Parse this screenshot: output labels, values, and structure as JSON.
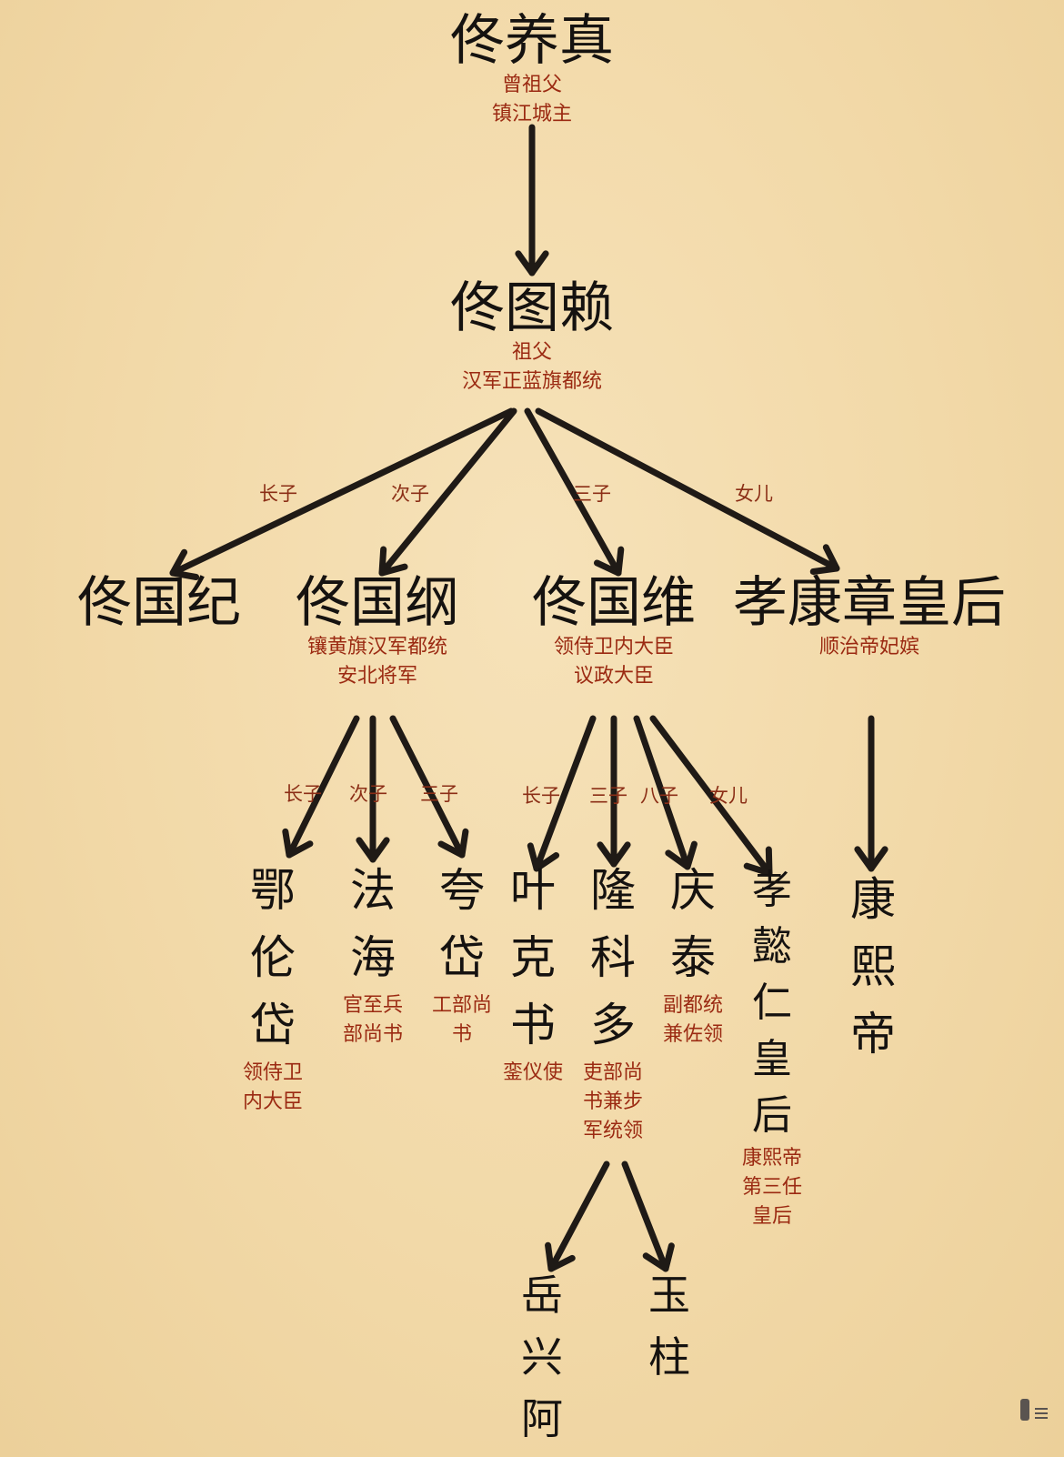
{
  "nodes": {
    "yangzhen": {
      "name": "佟养真",
      "titles": [
        "曾祖父",
        "镇江城主"
      ]
    },
    "tulai": {
      "name": "佟图赖",
      "titles": [
        "祖父",
        "汉军正蓝旗都统"
      ]
    },
    "guoji": {
      "name": "佟国纪",
      "titles": []
    },
    "guogang": {
      "name": "佟国纲",
      "titles": [
        "镶黄旗汉军都统",
        "安北将军"
      ]
    },
    "guowei": {
      "name": "佟国维",
      "titles": [
        "领侍卫内大臣",
        "议政大臣"
      ]
    },
    "xiaokang": {
      "name": "孝康章皇后",
      "titles": [
        "顺治帝妃嫔"
      ]
    },
    "elundai": {
      "name": "鄂伦岱",
      "titles": [
        "领侍卫内大臣"
      ]
    },
    "fahai": {
      "name": "法海",
      "titles": [
        "官至兵部尚书"
      ]
    },
    "kuadai": {
      "name": "夸岱",
      "titles": [
        "工部尚书"
      ]
    },
    "yekeshu": {
      "name": "叶克书",
      "titles": [
        "銮仪使"
      ]
    },
    "longkeduo": {
      "name": "隆科多",
      "titles": [
        "吏部尚书兼步军统领"
      ]
    },
    "qingtai": {
      "name": "庆泰",
      "titles": [
        "副都统兼佐领"
      ]
    },
    "xiaoyiren": {
      "name": "孝懿仁皇后",
      "titles": [
        "康熙帝第三任皇后"
      ]
    },
    "kangxi": {
      "name": "康熙帝",
      "titles": []
    },
    "yuexinga": {
      "name": "岳兴阿",
      "titles": []
    },
    "yuzhu": {
      "name": "玉柱",
      "titles": []
    }
  },
  "edges": [
    {
      "from": "yangzhen",
      "to": "tulai",
      "label": ""
    },
    {
      "from": "tulai",
      "to": "guoji",
      "label": "长子"
    },
    {
      "from": "tulai",
      "to": "guogang",
      "label": "次子"
    },
    {
      "from": "tulai",
      "to": "guowei",
      "label": "三子"
    },
    {
      "from": "tulai",
      "to": "xiaokang",
      "label": "女儿"
    },
    {
      "from": "guogang",
      "to": "elundai",
      "label": "长子"
    },
    {
      "from": "guogang",
      "to": "fahai",
      "label": "次子"
    },
    {
      "from": "guogang",
      "to": "kuadai",
      "label": "三子"
    },
    {
      "from": "guowei",
      "to": "yekeshu",
      "label": "长子"
    },
    {
      "from": "guowei",
      "to": "longkeduo",
      "label": "三子"
    },
    {
      "from": "guowei",
      "to": "qingtai",
      "label": "八子"
    },
    {
      "from": "guowei",
      "to": "xiaoyiren",
      "label": "女儿"
    },
    {
      "from": "xiaokang",
      "to": "kangxi",
      "label": ""
    },
    {
      "from": "longkeduo",
      "to": "yuexinga",
      "label": ""
    },
    {
      "from": "longkeduo",
      "to": "yuzhu",
      "label": ""
    }
  ],
  "icons": {
    "scrollbar": "scrollbar-thumb",
    "menu": "menu-icon"
  }
}
